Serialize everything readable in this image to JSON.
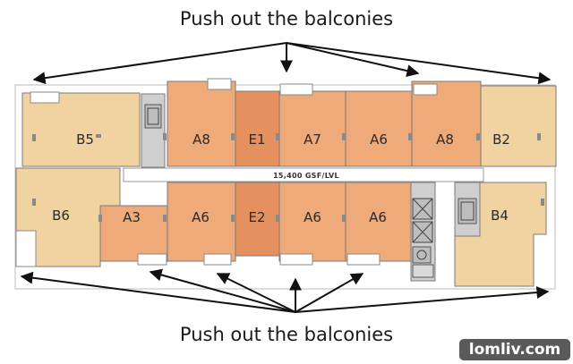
{
  "captions": {
    "top": "Push out the balconies",
    "bottom": "Push out the balconies"
  },
  "plan": {
    "area_label": "15,400 GSF/LVL",
    "units": {
      "b5": "B5",
      "a8_top_left": "A8",
      "e1": "E1",
      "a7": "A7",
      "a6_top": "A6",
      "a8_top_right": "A8",
      "b2": "B2",
      "b6": "B6",
      "a3": "A3",
      "a6_bottom_left": "A6",
      "e2": "E2",
      "a6_bottom_mid": "A6",
      "a6_bottom_right": "A6",
      "b4": "B4"
    }
  },
  "colors": {
    "tan_unit": "#f1d3a2",
    "orange_unit": "#eeaa78",
    "dark_orange_unit": "#e5915f",
    "core": "#cfcfcf",
    "outline": "#7a7a7a"
  },
  "watermark": "lomliv.com"
}
